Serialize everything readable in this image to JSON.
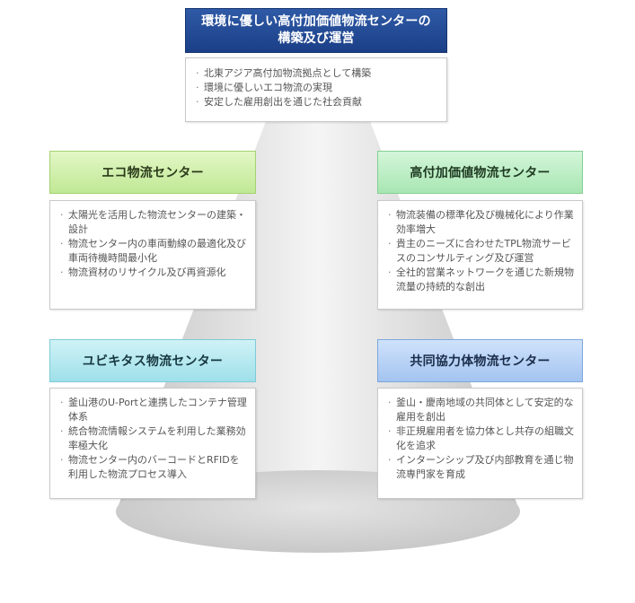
{
  "top": {
    "title_line1": "環境に優しい高付加価値物流センターの",
    "title_line2": "構築及び運営",
    "items": [
      "北東アジア高付加物流拠点として構築",
      "環境に優しいエコ物流の実現",
      "安定した雇用創出を通じた社会貢献"
    ]
  },
  "eco": {
    "title": "エコ物流センター",
    "items": [
      "太陽光を活用した物流センターの建築・設計",
      "物流センター内の車両動線の最適化及び車両待機時間最小化",
      "物流資材のリサイクル及び再資源化"
    ]
  },
  "high_value": {
    "title": "高付加価値物流センター",
    "items": [
      "物流装備の標準化及び機械化により作業効率増大",
      "貴主のニーズに合わせたTPL物流サービスのコンサルティング及び運営",
      "全社的営業ネットワークを通じた新規物流量の持続的な創出"
    ]
  },
  "ubiquitous": {
    "title": "ユビキタス物流センター",
    "items": [
      "釜山港のU-Portと連携したコンテナ管理体系",
      "統合物流情報システムを利用した業務効率極大化",
      "物流センター内のバーコードとRFIDを利用した物流プロセス導入"
    ]
  },
  "cooperative": {
    "title": "共同協力体物流センター",
    "items": [
      "釜山・慶南地域の共同体として安定的な雇用を創出",
      "非正規雇用者を協力体とし共存の組職文化を追求",
      "インターンシップ及び内部教育を通じ物流専門家を育成"
    ]
  },
  "colors": {
    "top_title_bg": "#1f4a96",
    "eco_title_bg": "#cdeea8",
    "high_value_title_bg": "#b9ecc2",
    "ubiquitous_title_bg": "#b2e8ef",
    "cooperative_title_bg": "#b6d1f4",
    "cone_gray": "#d4d4d4"
  }
}
